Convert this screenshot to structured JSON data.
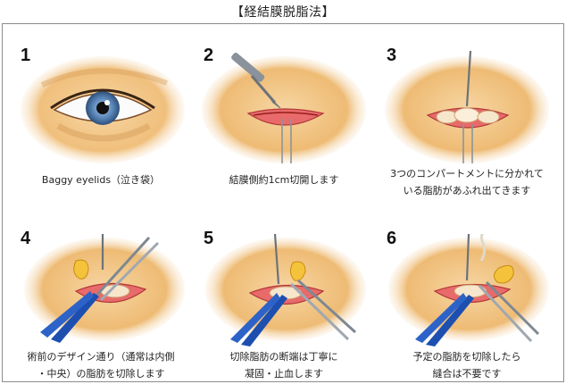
{
  "title": "【経結膜脱脂法】",
  "steps": [
    {
      "number": "1",
      "caption": [
        "Baggy eyelids（泣き袋）"
      ]
    },
    {
      "number": "2",
      "caption": [
        "結膜側約1cm切開します"
      ]
    },
    {
      "number": "3",
      "caption": [
        "3つのコンパートメントに分かれて",
        "いる脂肪があふれ出てきます"
      ]
    },
    {
      "number": "4",
      "caption": [
        "術前のデザイン通り（通常は内側",
        "・中央）の脂肪を切除します"
      ]
    },
    {
      "number": "5",
      "caption": [
        "切除脂肪の断端は丁寧に",
        "凝固・止血します"
      ]
    },
    {
      "number": "6",
      "caption": [
        "予定の脂肪を切除したら",
        "縫合は不要です"
      ]
    }
  ],
  "colors": {
    "skin": "#f3c98a",
    "skin_shadow": "#dc9e52",
    "wound": "#e45a5a",
    "fat": "#f5c23c",
    "forceps": "#1d4fb0",
    "steel": "#9aa3ad"
  }
}
